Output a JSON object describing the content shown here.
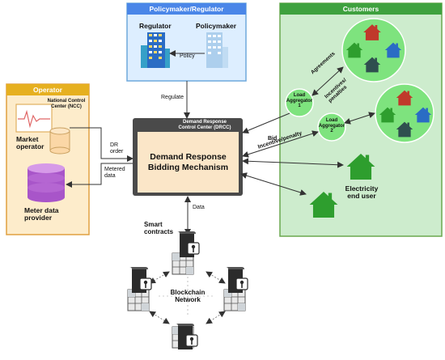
{
  "policymaker_panel": {
    "title": "Policymaker/Regulator",
    "regulator_label": "Regulator",
    "policymaker_label": "Policymaker",
    "policy_label": "Policy"
  },
  "customers_panel": {
    "title": "Customers",
    "agreements_label": "Agreements",
    "incentives_label": "Incentives/\npenalties",
    "aggregator1_label": "Load\nAggregator\n1",
    "aggregator2_label": "Load\nAggregator\n2",
    "end_user_label": "Electricity\nend user"
  },
  "operator_panel": {
    "title": "Operator",
    "ncc_label": "National Control\nCenter (NCC)",
    "market_operator_label": "Market\noperator",
    "meter_provider_label": "Meter data\nprovider"
  },
  "drcc": {
    "header": "Demand Response\nControl Center (DRCC)",
    "mechanism": "Demand Response\nBidding Mechanism"
  },
  "flows": {
    "regulate": "Regulate",
    "dr_order": "DR\norder",
    "metered_data": "Metered\ndata",
    "bid": "Bid",
    "incentive_penalty": "Incentive/penalty",
    "data": "Data"
  },
  "blockchain": {
    "smart_contracts": "Smart\ncontracts",
    "network": "Blockchain\nNetwork"
  },
  "colors": {
    "policy_panel_fill": "#ddeeff",
    "policy_panel_border": "#6fa8dc",
    "policy_header": "#4a86e8",
    "customers_fill": "#cdeccd",
    "customers_border": "#6aa84f",
    "customers_header": "#3ea13e",
    "operator_fill": "#fdeccb",
    "operator_border": "#e0a040",
    "operator_header": "#e6b020",
    "drcc_fill": "#fbe6c8",
    "house_green": "#2e9e2e",
    "house_red": "#c0392b",
    "house_blue": "#2a6cc4",
    "house_dark": "#2f4f4f",
    "cylinder_purple": "#a855c9"
  },
  "icons": {
    "regulator": "building-icon",
    "policymaker": "building-icon",
    "ncc": "monitor-icon",
    "market_operator": "database-icon",
    "meter_provider": "database-icon",
    "end_user": "house-icon",
    "contract": "contract-lock-icon",
    "block": "cube-icon"
  }
}
